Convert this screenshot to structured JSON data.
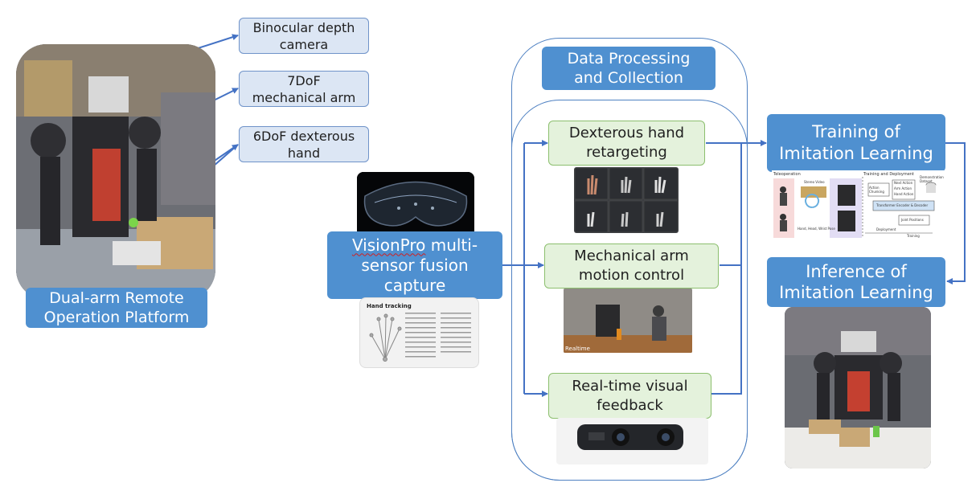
{
  "left": {
    "platform_label_line1": "Dual-arm Remote",
    "platform_label_line2": "Operation Platform",
    "callouts": [
      {
        "line1": "Binocular depth",
        "line2": "camera"
      },
      {
        "line1": "7DoF",
        "line2": "mechanical arm"
      },
      {
        "line1": "6DoF dexterous",
        "line2": "hand"
      }
    ]
  },
  "capture": {
    "label_part1": "VisionPro",
    "label_part2": " multi-",
    "label_line2": "sensor fusion",
    "label_line3": "capture",
    "panel_title": "Hand tracking"
  },
  "processing": {
    "title_line1": "Data Processing",
    "title_line2": "and Collection",
    "steps": [
      {
        "line1": "Dexterous hand",
        "line2": "retargeting"
      },
      {
        "line1": "Mechanical arm",
        "line2": "motion control"
      },
      {
        "line1": "Real-time visual",
        "line2": "feedback"
      }
    ],
    "video_caption": "Realtime"
  },
  "learning": {
    "training_line1": "Training of",
    "training_line2": "Imitation Learning",
    "inference_line1": "Inference of",
    "inference_line2": "Imitation Learning",
    "mini": {
      "teleoperation": "Teleoperation",
      "training_deployment": "Training and Deployment",
      "stereo_video": "Stereo Video",
      "action_chunking": "Action Chunking",
      "next_action": "Next Action",
      "arm_action": "Arm Action",
      "hand_action": "Hand Action",
      "demonstration_dataset": "Demonstration Dataset",
      "transformer": "Transformer Encoder & Decoder",
      "joint_positions": "Joint Positions",
      "hand_head_wrist": "Hand, Head, Wrist Pose",
      "deployment": "Deployment",
      "training": "Training"
    }
  },
  "colors": {
    "stage_blue": "#4f90d0",
    "callout_fill": "#dce6f4",
    "step_fill": "#e4f2dc",
    "arrow": "#4472c4"
  }
}
